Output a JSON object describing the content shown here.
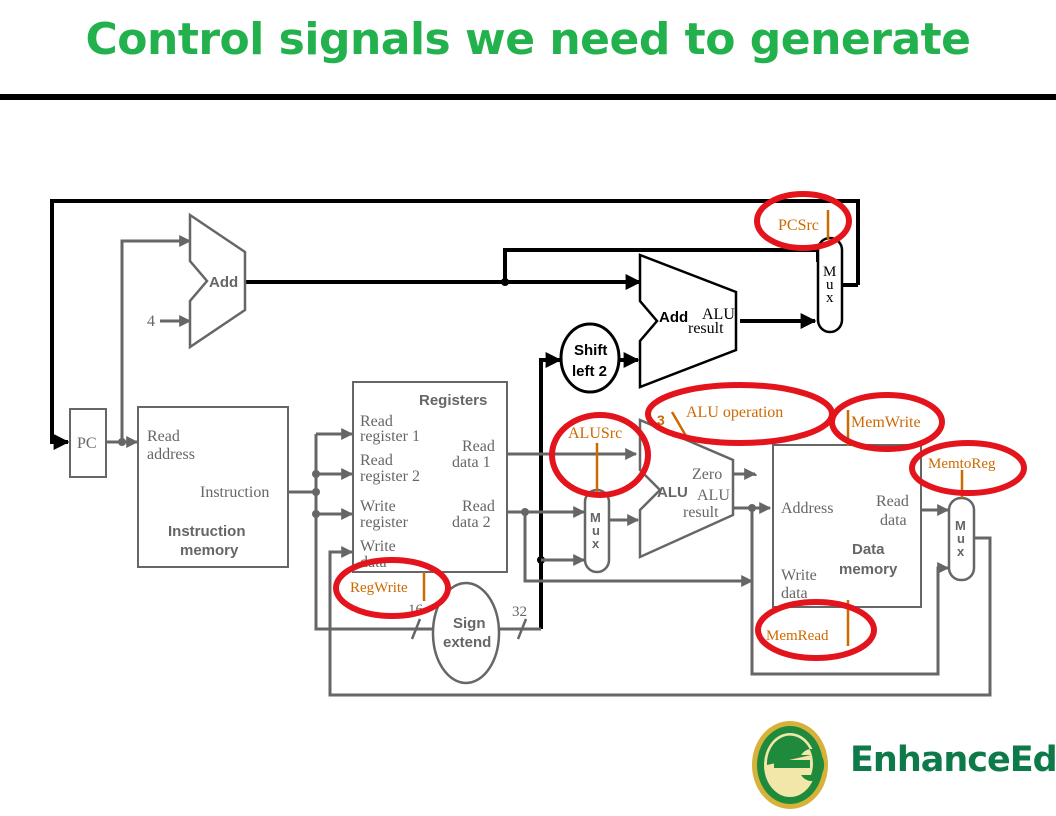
{
  "slide": {
    "title": "Control signals we need to generate"
  },
  "datapath": {
    "pc": "PC",
    "add_top": "Add",
    "const_four": "4",
    "add_branch": "Add",
    "add_branch_result_1": "ALU",
    "add_branch_result_2": "result",
    "shift_1": "Shift",
    "shift_2": "left 2",
    "mux_top": [
      "M",
      "u",
      "x"
    ],
    "imem": {
      "read_1": "Read",
      "read_2": "address",
      "instruction": "Instruction",
      "name_1": "Instruction",
      "name_2": "memory"
    },
    "registers": {
      "title": "Registers",
      "read_reg1_a": "Read",
      "read_reg1_b": "register 1",
      "read_reg2_a": "Read",
      "read_reg2_b": "register 2",
      "write_reg_a": "Write",
      "write_reg_b": "register",
      "write_data_a": "Write",
      "write_data_b": "data",
      "read_data1_a": "Read",
      "read_data1_b": "data 1",
      "read_data2_a": "Read",
      "read_data2_b": "data 2"
    },
    "mux_alu": [
      "M",
      "u",
      "x"
    ],
    "alu": {
      "name": "ALU",
      "zero": "Zero",
      "result_1": "ALU",
      "result_2": "result",
      "op_bits": "3"
    },
    "sign_extend": {
      "line1": "Sign",
      "line2": "extend",
      "in_bits": "16",
      "out_bits": "32"
    },
    "dmem": {
      "address": "Address",
      "read_1": "Read",
      "read_2": "data",
      "write_1": "Write",
      "write_2": "data",
      "name_1": "Data",
      "name_2": "memory"
    },
    "mux_mem": [
      "M",
      "u",
      "x"
    ]
  },
  "control_signals": {
    "pcsrc": "PCSrc",
    "alu_operation": "ALU operation",
    "alusrc": "ALUSrc",
    "memwrite": "MemWrite",
    "memtoreg": "MemtoReg",
    "regwrite": "RegWrite",
    "memread": "MemRead"
  },
  "logo": {
    "text": "EnhanceEdu",
    "icon": "enhanceedu-e-logo-icon"
  },
  "colors": {
    "title": "#22b14c",
    "signal": "#cc6a00",
    "highlight": "#e3141c",
    "wire": "#666666",
    "logo": "#0e7a4a"
  }
}
